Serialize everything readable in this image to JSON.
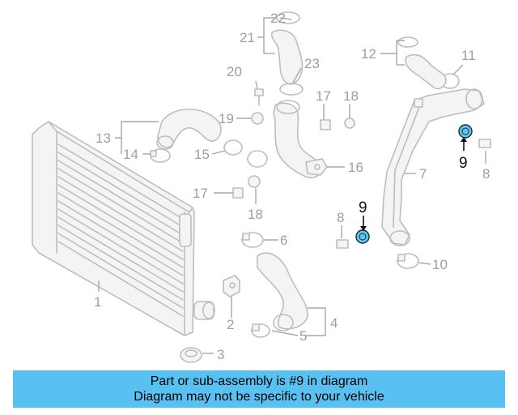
{
  "callouts": {
    "c1": "1",
    "c2": "2",
    "c3": "3",
    "c4": "4",
    "c5": "5",
    "c6": "6",
    "c7": "7",
    "c8a": "8",
    "c8b": "8",
    "c9a": "9",
    "c9b": "9",
    "c10": "10",
    "c11": "11",
    "c12": "12",
    "c13": "13",
    "c14": "14",
    "c15": "15",
    "c16": "16",
    "c17a": "17",
    "c17b": "17",
    "c18a": "18",
    "c18b": "18",
    "c19": "19",
    "c20": "20",
    "c21": "21",
    "c22": "22",
    "c23": "23"
  },
  "highlighted_part": "9",
  "colors": {
    "highlight_fill": "#5fc7ef",
    "banner_bg": "#58c1f2",
    "line_art": "#bdbdbd",
    "callout_text": "#9e9e9e"
  },
  "banner": {
    "line1": "Part or sub-assembly is #9 in diagram",
    "line2": "Diagram may not be specific to your vehicle"
  }
}
